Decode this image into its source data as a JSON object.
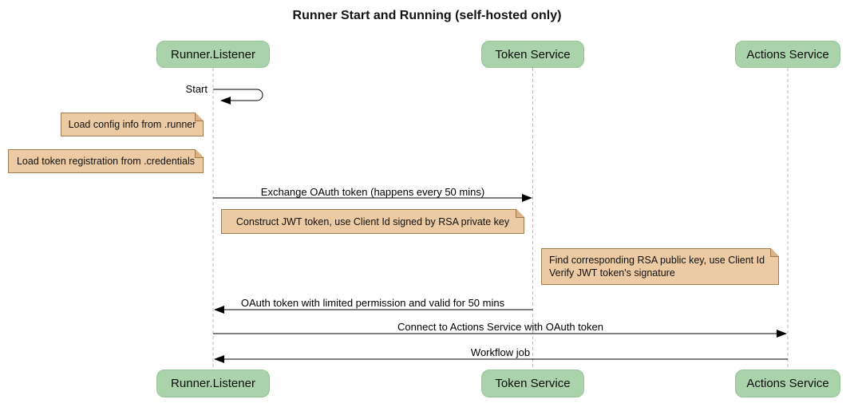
{
  "title": "Runner Start and Running (self-hosted only)",
  "diagram_type": "sequence",
  "colors": {
    "actor_fill": "#abd3ab",
    "actor_border": "#96c297",
    "note_fill": "#eccba4",
    "note_border": "#9d7b4e",
    "note_fold": "#dcb183",
    "lifeline": "#bababa",
    "arrow": "#000000"
  },
  "actors": [
    {
      "label": "Runner.Listener"
    },
    {
      "label": "Token Service"
    },
    {
      "label": "Actions Service"
    }
  ],
  "messages": [
    {
      "label": "Start",
      "kind": "self",
      "actor": "Runner.Listener"
    },
    {
      "label": "Exchange OAuth token (happens every 50 mins)",
      "from": "Runner.Listener",
      "to": "Token Service"
    },
    {
      "label": "OAuth token with limited permission and valid for 50 mins",
      "from": "Token Service",
      "to": "Runner.Listener"
    },
    {
      "label": "Connect to Actions Service with OAuth token",
      "from": "Runner.Listener",
      "to": "Actions Service"
    },
    {
      "label": "Workflow job",
      "from": "Actions Service",
      "to": "Runner.Listener"
    }
  ],
  "notes": [
    {
      "position": "left of Runner.Listener",
      "lines": [
        "Load config info from .runner"
      ]
    },
    {
      "position": "left of Runner.Listener",
      "lines": [
        "Load token registration from .credentials"
      ]
    },
    {
      "position": "between Runner.Listener and Token Service",
      "lines": [
        "Construct JWT token, use Client Id signed by RSA private key"
      ]
    },
    {
      "position": "left of Actions Service",
      "lines": [
        "Find corresponding RSA public key, use Client Id",
        "Verify JWT token's signature"
      ]
    }
  ]
}
